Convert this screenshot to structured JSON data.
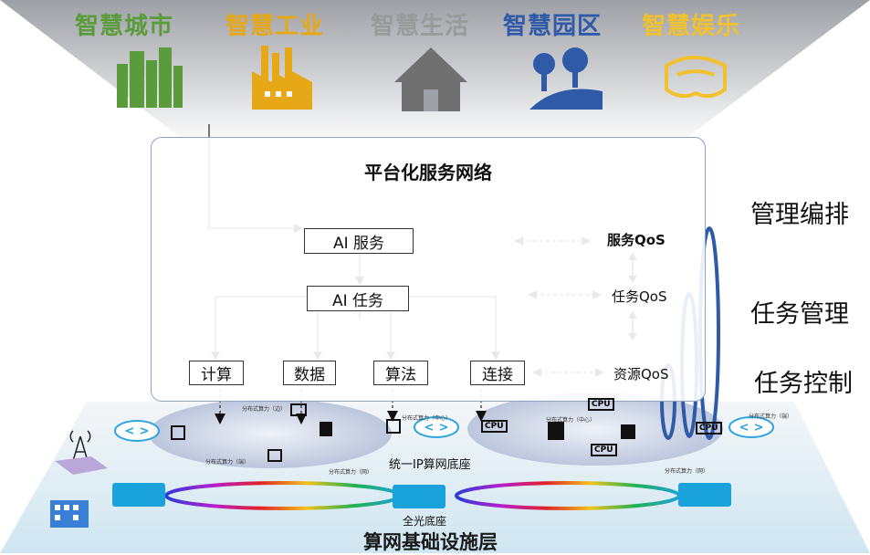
{
  "categories": [
    {
      "label": "智慧城市",
      "color": "#5a9c3c"
    },
    {
      "label": "智慧工业",
      "color": "#e6a817"
    },
    {
      "label": "智慧生活",
      "color": "#9a9a9a"
    },
    {
      "label": "智慧园区",
      "color": "#2e5aa8"
    },
    {
      "label": "智慧娱乐",
      "color": "#f2c12e"
    }
  ],
  "platform": {
    "title": "平台化服务网络",
    "ai_service": "AI 服务",
    "ai_task": "AI 任务",
    "functions": [
      "计算",
      "数据",
      "算法",
      "连接"
    ],
    "qos": {
      "service": "服务QoS",
      "task": "任务QoS",
      "resource": "资源QoS"
    }
  },
  "side_labels": [
    "管理编排",
    "任务管理",
    "任务控制"
  ],
  "compute": {
    "edge_labels": [
      "分布式算力（边）",
      "分布式算力（中心）",
      "分布式算力（端）",
      "分布式算力（网）",
      "分布式算力（中心）",
      "分布式算力（端）",
      "分布式算力（网）"
    ],
    "chips": [
      "CPU",
      "CPU",
      "CPU",
      "CPU"
    ],
    "ip_base": "统一IP算网底座",
    "optical_base": "全光底座",
    "infrastructure": "算网基础设施层"
  },
  "colors": {
    "accent": "#2e5aa8",
    "ocs": "#1aa2dc"
  }
}
